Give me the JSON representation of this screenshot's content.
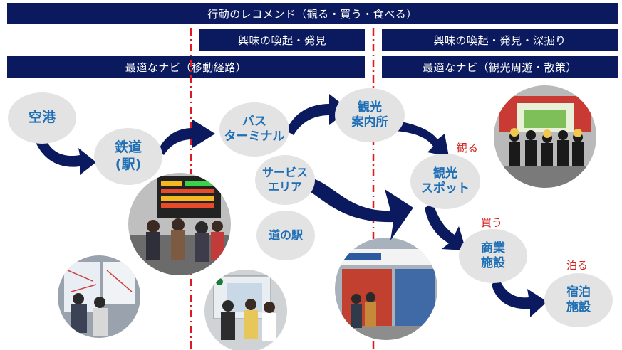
{
  "bars": {
    "top": "行動のレコメンド（観る・買う・食べる）",
    "interest_mid": "興味の喚起・発見",
    "interest_right": "興味の喚起・発見・深掘り",
    "navi_left": "最適なナビ（移動経路）",
    "navi_right": "最適なナビ（観光周遊・散策）"
  },
  "nodes": {
    "airport": "空港",
    "railway": "鉄道\n(駅)",
    "bus_terminal": "バス\nターミナル",
    "tourist_info": "観光\n案内所",
    "service_area": "サービス\nエリア",
    "roadside_station": "道の駅",
    "tourist_spot": "観光\nスポット",
    "commercial": "商業\n施設",
    "lodging": "宿泊\n施設"
  },
  "actions": {
    "see": "観る",
    "buy": "買う",
    "stay": "泊る"
  },
  "colors": {
    "bar": "#0b1a5e",
    "node_fill": "#e3e3e3",
    "node_text": "#1f6fb5",
    "arrow": "#0b1a5e",
    "divider": "#e0191e",
    "action_text": "#d0211c"
  }
}
